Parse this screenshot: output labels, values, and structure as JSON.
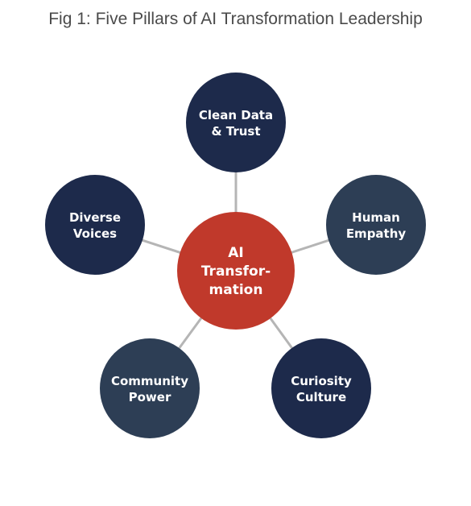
{
  "figure": {
    "title": "Fig 1: Five Pillars of AI Transformation Leadership"
  },
  "center": {
    "lines": [
      "AI",
      "Transfor-",
      "mation"
    ],
    "color": "#c0392b"
  },
  "pillars": [
    {
      "lines": [
        "Clean Data",
        "& Trust"
      ],
      "color": "#1d2a4b"
    },
    {
      "lines": [
        "Human",
        "Empathy"
      ],
      "color": "#2d3e55"
    },
    {
      "lines": [
        "Curiosity",
        "Culture"
      ],
      "color": "#1d2a4b"
    },
    {
      "lines": [
        "Community",
        "Power"
      ],
      "color": "#2d3e55"
    },
    {
      "lines": [
        "Diverse",
        "Voices"
      ],
      "color": "#1d2a4b"
    }
  ],
  "connector_color": "#b5b5b5"
}
